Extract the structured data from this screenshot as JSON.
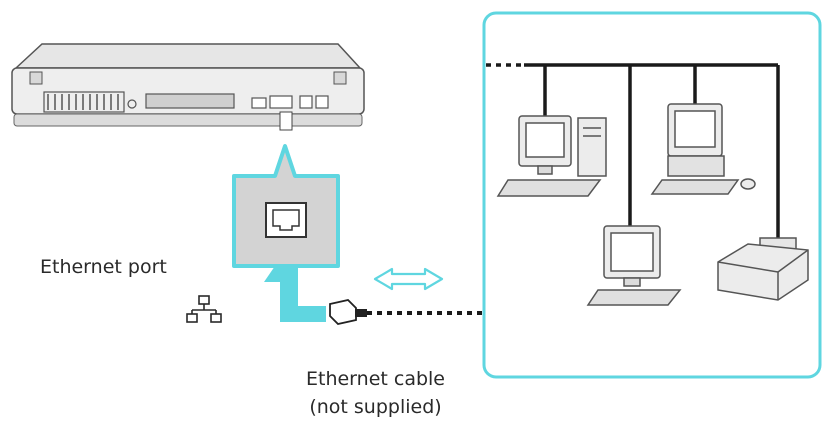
{
  "labels": {
    "ethernet_port": "Ethernet port",
    "ethernet_cable_line1": "Ethernet cable",
    "ethernet_cable_line2": "(not supplied)"
  },
  "icons": {
    "lan_symbol": "network-port-icon",
    "arrow": "up-arrow-icon",
    "bidirectional_arrow": "double-arrow-icon"
  },
  "colors": {
    "accent_cyan": "#5fd6e0",
    "callout_fill": "#d3d3d3",
    "line": "#1a1a1a",
    "device_body": "#ececec",
    "device_outline": "#555555"
  }
}
